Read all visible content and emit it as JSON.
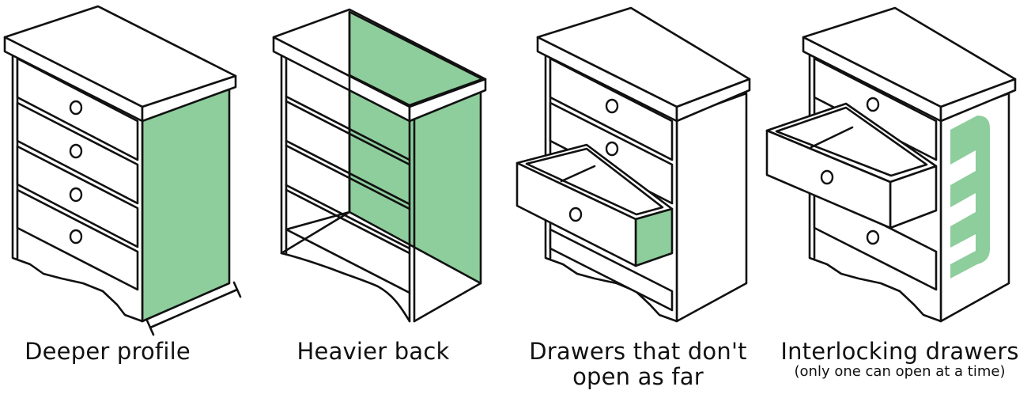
{
  "colors": {
    "highlight": "#8ecd9c",
    "outline": "#111111",
    "background": "#ffffff"
  },
  "panels": [
    {
      "id": "deeper-profile",
      "icon": "dresser-deeper-profile-icon",
      "caption": "Deeper profile",
      "caption_line2": "",
      "note": ""
    },
    {
      "id": "heavier-back",
      "icon": "dresser-heavier-back-icon",
      "caption": "Heavier back",
      "caption_line2": "",
      "note": ""
    },
    {
      "id": "drawers-dont-open-far",
      "icon": "dresser-short-drawer-icon",
      "caption": "Drawers that don't",
      "caption_line2": "open as far",
      "note": ""
    },
    {
      "id": "interlocking-drawers",
      "icon": "dresser-interlock-icon",
      "caption": "Interlocking drawers",
      "caption_line2": "",
      "note": "(only one can open at a time)"
    }
  ]
}
